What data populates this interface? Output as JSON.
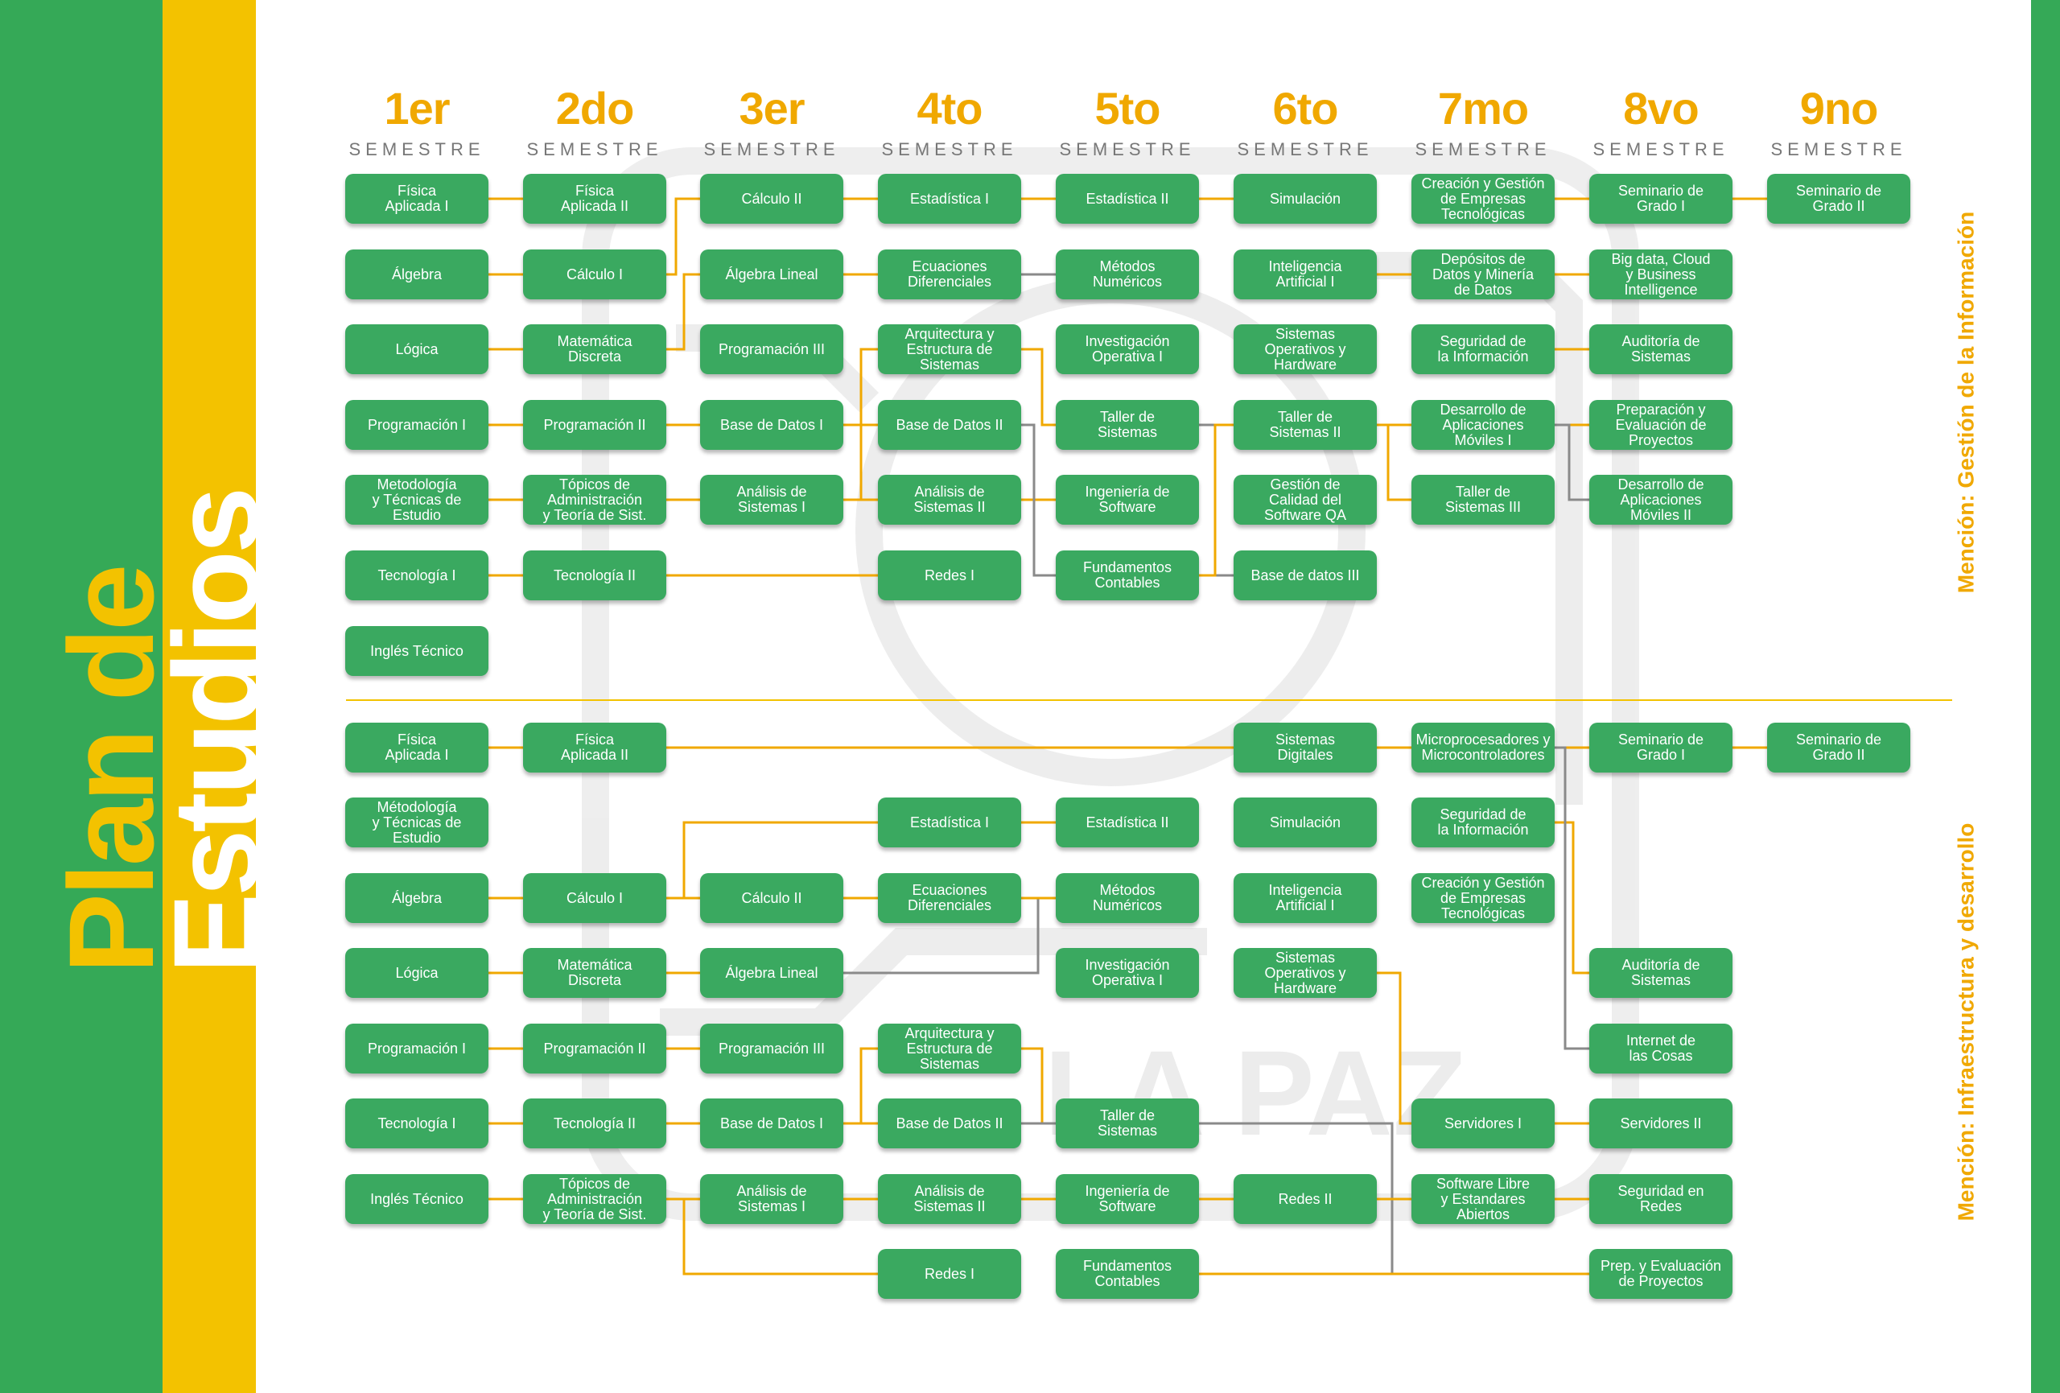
{
  "title": {
    "line1": "Plan de",
    "line2": "Estudios"
  },
  "colors": {
    "green": "#35a957",
    "yellow": "#f3c200",
    "orange": "#f0a800",
    "box": "#3aa960",
    "gray_wire": "#8a8a8a"
  },
  "watermark": {
    "text": "LA PAZ"
  },
  "semesters": [
    {
      "num": "1er",
      "label": "SEMESTRE"
    },
    {
      "num": "2do",
      "label": "SEMESTRE"
    },
    {
      "num": "3er",
      "label": "SEMESTRE"
    },
    {
      "num": "4to",
      "label": "SEMESTRE"
    },
    {
      "num": "5to",
      "label": "SEMESTRE"
    },
    {
      "num": "6to",
      "label": "SEMESTRE"
    },
    {
      "num": "7mo",
      "label": "SEMESTRE"
    },
    {
      "num": "8vo",
      "label": "SEMESTRE"
    },
    {
      "num": "9no",
      "label": "SEMESTRE"
    }
  ],
  "mentions": {
    "top": "Mención: Gestión de la Información",
    "bottom": "Mención: Infraestructura y desarrollo"
  },
  "top_courses": [
    {
      "c": 0,
      "r": 0,
      "t": "Física\nAplicada I"
    },
    {
      "c": 0,
      "r": 1,
      "t": "Álgebra"
    },
    {
      "c": 0,
      "r": 2,
      "t": "Lógica"
    },
    {
      "c": 0,
      "r": 3,
      "t": "Programación I"
    },
    {
      "c": 0,
      "r": 4,
      "t": "Metodología\ny Técnicas de\nEstudio"
    },
    {
      "c": 0,
      "r": 5,
      "t": "Tecnología I"
    },
    {
      "c": 0,
      "r": 6,
      "t": "Inglés Técnico"
    },
    {
      "c": 1,
      "r": 0,
      "t": "Física\nAplicada II"
    },
    {
      "c": 1,
      "r": 1,
      "t": "Cálculo I"
    },
    {
      "c": 1,
      "r": 2,
      "t": "Matemática\nDiscreta"
    },
    {
      "c": 1,
      "r": 3,
      "t": "Programación II"
    },
    {
      "c": 1,
      "r": 4,
      "t": "Tópicos de\nAdministración\ny Teoría de Sist."
    },
    {
      "c": 1,
      "r": 5,
      "t": "Tecnología II"
    },
    {
      "c": 2,
      "r": 0,
      "t": "Cálculo II"
    },
    {
      "c": 2,
      "r": 1,
      "t": "Álgebra Lineal"
    },
    {
      "c": 2,
      "r": 2,
      "t": "Programación III"
    },
    {
      "c": 2,
      "r": 3,
      "t": "Base de Datos I"
    },
    {
      "c": 2,
      "r": 4,
      "t": "Análisis de\nSistemas I"
    },
    {
      "c": 3,
      "r": 0,
      "t": "Estadística I"
    },
    {
      "c": 3,
      "r": 1,
      "t": "Ecuaciones\nDiferenciales"
    },
    {
      "c": 3,
      "r": 2,
      "t": "Arquitectura y\nEstructura de\nSistemas"
    },
    {
      "c": 3,
      "r": 3,
      "t": "Base de Datos II"
    },
    {
      "c": 3,
      "r": 4,
      "t": "Análisis de\nSistemas II"
    },
    {
      "c": 3,
      "r": 5,
      "t": "Redes I"
    },
    {
      "c": 4,
      "r": 0,
      "t": "Estadística II"
    },
    {
      "c": 4,
      "r": 1,
      "t": "Métodos\nNuméricos"
    },
    {
      "c": 4,
      "r": 2,
      "t": "Investigación\nOperativa I"
    },
    {
      "c": 4,
      "r": 3,
      "t": "Taller de\nSistemas"
    },
    {
      "c": 4,
      "r": 4,
      "t": "Ingeniería de\nSoftware"
    },
    {
      "c": 4,
      "r": 5,
      "t": "Fundamentos\nContables"
    },
    {
      "c": 5,
      "r": 0,
      "t": "Simulación"
    },
    {
      "c": 5,
      "r": 1,
      "t": "Inteligencia\nArtificial I"
    },
    {
      "c": 5,
      "r": 2,
      "t": "Sistemas\nOperativos y\nHardware"
    },
    {
      "c": 5,
      "r": 3,
      "t": "Taller de\nSistemas II"
    },
    {
      "c": 5,
      "r": 4,
      "t": "Gestión de\nCalidad del\nSoftware QA"
    },
    {
      "c": 5,
      "r": 5,
      "t": "Base de datos III"
    },
    {
      "c": 6,
      "r": 0,
      "t": "Creación y Gestión\nde Empresas\nTecnológicas"
    },
    {
      "c": 6,
      "r": 1,
      "t": "Depósitos de\nDatos y Minería\nde Datos"
    },
    {
      "c": 6,
      "r": 2,
      "t": "Seguridad de\nla Información"
    },
    {
      "c": 6,
      "r": 3,
      "t": "Desarrollo de\nAplicaciones\nMóviles I"
    },
    {
      "c": 6,
      "r": 4,
      "t": "Taller de\nSistemas III"
    },
    {
      "c": 7,
      "r": 0,
      "t": "Seminario de\nGrado I"
    },
    {
      "c": 7,
      "r": 1,
      "t": "Big data, Cloud\ny Business\nIntelligence"
    },
    {
      "c": 7,
      "r": 2,
      "t": "Auditoría de\nSistemas"
    },
    {
      "c": 7,
      "r": 3,
      "t": "Preparación y\nEvaluación de\nProyectos"
    },
    {
      "c": 7,
      "r": 4,
      "t": "Desarrollo de\nAplicaciones\nMóviles II"
    },
    {
      "c": 8,
      "r": 0,
      "t": "Seminario de\nGrado II"
    }
  ],
  "bottom_courses": [
    {
      "c": 0,
      "r": 0,
      "t": "Física\nAplicada I"
    },
    {
      "c": 0,
      "r": 1,
      "t": "Métodología\ny Técnicas de\nEstudio"
    },
    {
      "c": 0,
      "r": 2,
      "t": "Álgebra"
    },
    {
      "c": 0,
      "r": 3,
      "t": "Lógica"
    },
    {
      "c": 0,
      "r": 4,
      "t": "Programación I"
    },
    {
      "c": 0,
      "r": 5,
      "t": "Tecnología I"
    },
    {
      "c": 0,
      "r": 6,
      "t": "Inglés Técnico"
    },
    {
      "c": 1,
      "r": 0,
      "t": "Física\nAplicada II"
    },
    {
      "c": 1,
      "r": 2,
      "t": "Cálculo I"
    },
    {
      "c": 1,
      "r": 3,
      "t": "Matemática\nDiscreta"
    },
    {
      "c": 1,
      "r": 4,
      "t": "Programación II"
    },
    {
      "c": 1,
      "r": 5,
      "t": "Tecnología II"
    },
    {
      "c": 1,
      "r": 6,
      "t": "Tópicos de\nAdministración\ny Teoría de Sist."
    },
    {
      "c": 2,
      "r": 2,
      "t": "Cálculo II"
    },
    {
      "c": 2,
      "r": 3,
      "t": "Álgebra Lineal"
    },
    {
      "c": 2,
      "r": 4,
      "t": "Programación III"
    },
    {
      "c": 2,
      "r": 5,
      "t": "Base de Datos I"
    },
    {
      "c": 2,
      "r": 6,
      "t": "Análisis de\nSistemas I"
    },
    {
      "c": 3,
      "r": 1,
      "t": "Estadística I"
    },
    {
      "c": 3,
      "r": 2,
      "t": "Ecuaciones\nDiferenciales"
    },
    {
      "c": 3,
      "r": 4,
      "t": "Arquitectura y\nEstructura de\nSistemas"
    },
    {
      "c": 3,
      "r": 5,
      "t": "Base de Datos II"
    },
    {
      "c": 3,
      "r": 6,
      "t": "Análisis de\nSistemas II"
    },
    {
      "c": 3,
      "r": 7,
      "t": "Redes I"
    },
    {
      "c": 4,
      "r": 1,
      "t": "Estadística II"
    },
    {
      "c": 4,
      "r": 2,
      "t": "Métodos\nNuméricos"
    },
    {
      "c": 4,
      "r": 3,
      "t": "Investigación\nOperativa I"
    },
    {
      "c": 4,
      "r": 5,
      "t": "Taller de\nSistemas"
    },
    {
      "c": 4,
      "r": 6,
      "t": "Ingeniería de\nSoftware"
    },
    {
      "c": 4,
      "r": 7,
      "t": "Fundamentos\nContables"
    },
    {
      "c": 5,
      "r": 0,
      "t": "Sistemas\nDigitales"
    },
    {
      "c": 5,
      "r": 1,
      "t": "Simulación"
    },
    {
      "c": 5,
      "r": 2,
      "t": "Inteligencia\nArtificial I"
    },
    {
      "c": 5,
      "r": 3,
      "t": "Sistemas\nOperativos y\nHardware"
    },
    {
      "c": 5,
      "r": 6,
      "t": "Redes II"
    },
    {
      "c": 6,
      "r": 0,
      "t": "Microprocesadores y\nMicrocontroladores"
    },
    {
      "c": 6,
      "r": 1,
      "t": "Seguridad de\nla Información"
    },
    {
      "c": 6,
      "r": 2,
      "t": "Creación y Gestión\nde Empresas\nTecnológicas"
    },
    {
      "c": 6,
      "r": 5,
      "t": "Servidores I"
    },
    {
      "c": 6,
      "r": 6,
      "t": "Software Libre\ny Estandares\nAbiertos"
    },
    {
      "c": 7,
      "r": 0,
      "t": "Seminario de\nGrado I"
    },
    {
      "c": 7,
      "r": 3,
      "t": "Auditoría de\nSistemas"
    },
    {
      "c": 7,
      "r": 4,
      "t": "Internet de\nlas Cosas"
    },
    {
      "c": 7,
      "r": 5,
      "t": "Servidores II"
    },
    {
      "c": 7,
      "r": 6,
      "t": "Seguridad en\nRedes"
    },
    {
      "c": 7,
      "r": 7,
      "t": "Prep. y Evaluación\nde Proyectos"
    },
    {
      "c": 8,
      "r": 0,
      "t": "Seminario de\nGrado II"
    }
  ]
}
